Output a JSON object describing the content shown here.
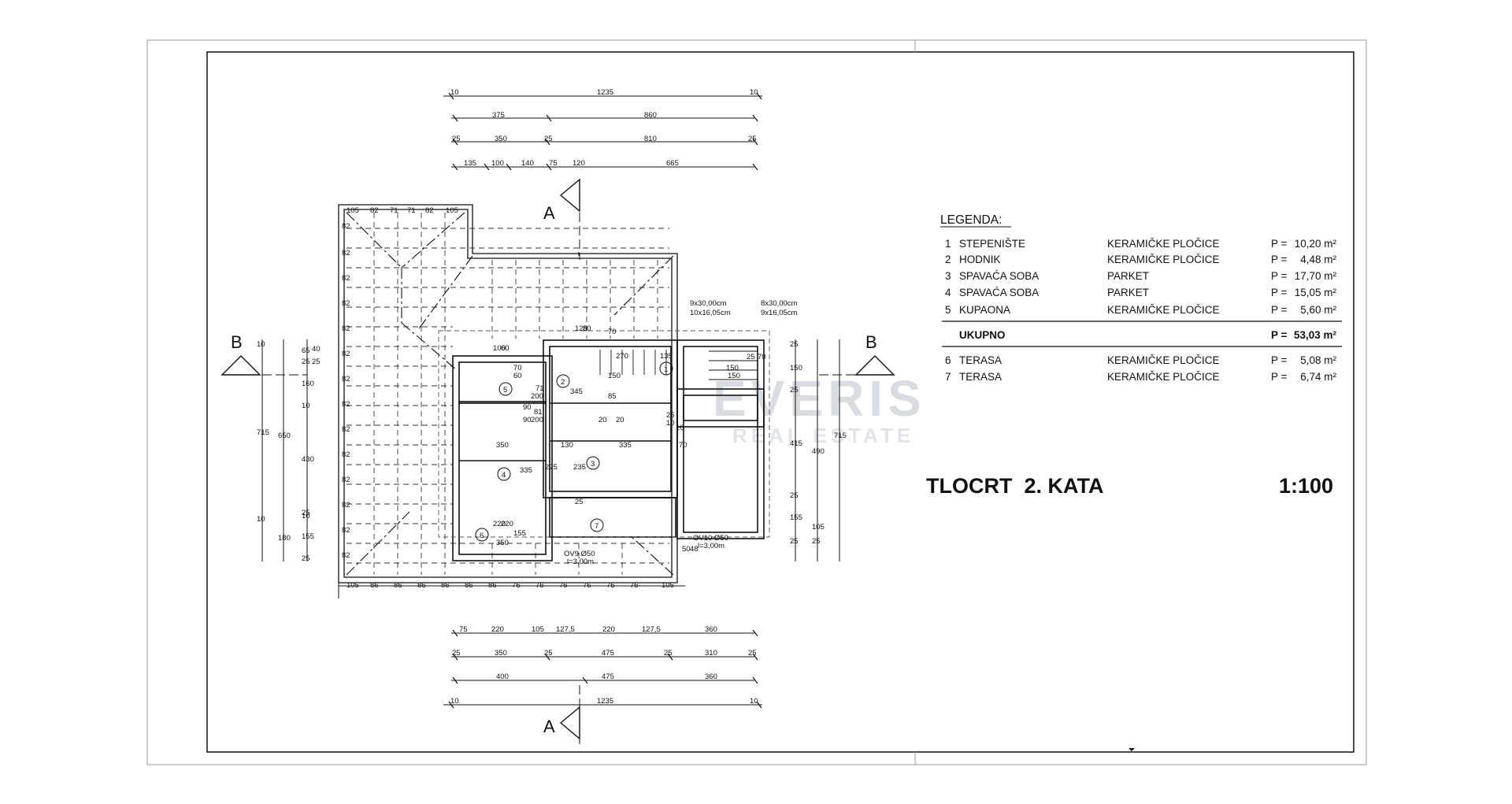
{
  "plan": {
    "title": "TLOCRT  2. KATA",
    "scale": "1:100",
    "section_marks": {
      "a": "A",
      "b": "B"
    },
    "watermark": {
      "brand": "EVERIS",
      "sub": "REAL ESTATE"
    },
    "legend": {
      "heading": "LEGENDA:",
      "rows": [
        {
          "num": "1",
          "name": "STEPENIŠTE",
          "material": "KERAMIČKE PLOČICE",
          "p": "P =",
          "area": "10,20 m²"
        },
        {
          "num": "2",
          "name": "HODNIK",
          "material": "KERAMIČKE PLOČICE",
          "p": "P =",
          "area": "4,48 m²"
        },
        {
          "num": "3",
          "name": "SPAVAĆA SOBA",
          "material": "PARKET",
          "p": "P =",
          "area": "17,70 m²"
        },
        {
          "num": "4",
          "name": "SPAVAĆA SOBA",
          "material": "PARKET",
          "p": "P =",
          "area": "15,05 m²"
        },
        {
          "num": "5",
          "name": "KUPAONA",
          "material": "KERAMIČKE PLOČICE",
          "p": "P =",
          "area": "5,60 m²"
        }
      ],
      "total": {
        "name": "UKUPNO",
        "p": "P =",
        "area": "53,03 m²"
      },
      "extra_rows": [
        {
          "num": "6",
          "name": "TERASA",
          "material": "KERAMIČKE PLOČICE",
          "p": "P =",
          "area": "5,08 m²"
        },
        {
          "num": "7",
          "name": "TERASA",
          "material": "KERAMIČKE PLOČICE",
          "p": "P =",
          "area": "6,74 m²"
        }
      ]
    },
    "dimensions": {
      "top_1": [
        "10",
        "1235",
        "10"
      ],
      "top_2": [
        "375",
        "860"
      ],
      "top_3": [
        "25",
        "350",
        "25",
        "810",
        "25"
      ],
      "top_4": [
        "135",
        "100",
        "140",
        "75",
        "120",
        "665"
      ],
      "bottom_1": [
        "75",
        "220",
        "105",
        "127,5",
        "220",
        "127,5",
        "360"
      ],
      "bottom_2": [
        "25",
        "350",
        "25",
        "475",
        "25",
        "310",
        "25"
      ],
      "bottom_3": [
        "400",
        "475",
        "360"
      ],
      "bottom_4": [
        "10",
        "1235",
        "10"
      ],
      "roof_top": [
        "105",
        "82",
        "71",
        "71",
        "82",
        "105"
      ],
      "roof_bottom": [
        "105",
        "86",
        "86",
        "86",
        "86",
        "86",
        "86",
        "76",
        "76",
        "76",
        "76",
        "76",
        "76",
        "105"
      ],
      "roof_left": [
        "82",
        "82",
        "82",
        "82",
        "82",
        "82",
        "82",
        "82",
        "82",
        "82",
        "82",
        "82",
        "82",
        "82"
      ],
      "left_outer": [
        "715",
        "10",
        "10"
      ],
      "left_mid": [
        "650",
        "180"
      ],
      "left_inner": [
        "65",
        "160",
        "430",
        "25",
        "155",
        "25",
        "25",
        "40",
        "25",
        "10",
        "10"
      ],
      "right_outer": [
        "715"
      ],
      "right_mid": [
        "490",
        "105"
      ],
      "right_inner": [
        "25",
        "150",
        "25",
        "415",
        "25",
        "155",
        "25",
        "25"
      ],
      "stairs": [
        "9x30,00cm",
        "10x16,05cm",
        "8x30,00cm",
        "9x16,05cm"
      ],
      "drains": [
        "OV9 Ø50",
        "l=3,00m",
        "OV10 Ø50",
        "l=3,00m"
      ],
      "interior": [
        "100",
        "60",
        "70",
        "60",
        "71",
        "200",
        "345",
        "81",
        "200",
        "90",
        "90",
        "270",
        "135",
        "150",
        "150",
        "25",
        "70",
        "25",
        "10",
        "130",
        "335",
        "350",
        "335",
        "235",
        "225",
        "220",
        "220",
        "155",
        "350",
        "150",
        "50",
        "48",
        "125",
        "80",
        "70",
        "85",
        "10",
        "25",
        "70",
        "20",
        "20"
      ]
    },
    "room_numbers": [
      "1",
      "2",
      "3",
      "4",
      "5",
      "6",
      "7"
    ]
  }
}
